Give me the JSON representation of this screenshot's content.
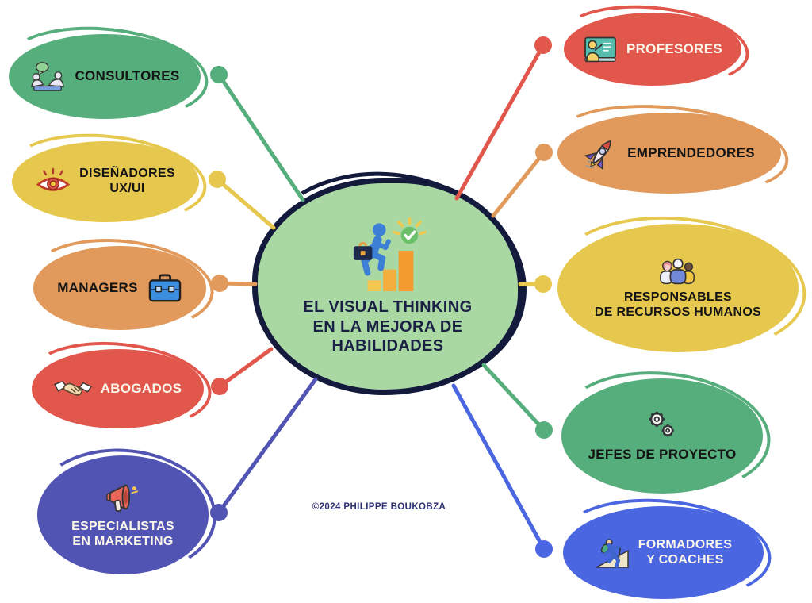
{
  "center": {
    "label": "EL VISUAL THINKING\nEN LA MEJORA DE\nHABILIDADES",
    "fill": "#A9D8A3",
    "outline": "#131A3C",
    "text_color": "#1A2145",
    "icon": "climbing-progress-icon"
  },
  "copyright": "©2024 PHILIPPE BOUKOBZA",
  "nodes": [
    {
      "id": "consultores",
      "label": "CONSULTORES",
      "color": "#57AE7D",
      "text_color": "#141414",
      "icon": "consultants-meeting-icon",
      "side": "left"
    },
    {
      "id": "disenadores-ux-ui",
      "label": "DISEÑADORES\nUX/UI",
      "color": "#E7C84E",
      "text_color": "#141414",
      "icon": "eye-icon",
      "side": "left"
    },
    {
      "id": "managers",
      "label": "MANAGERS",
      "color": "#E19A5B",
      "text_color": "#141414",
      "icon": "briefcase-icon",
      "side": "left"
    },
    {
      "id": "abogados",
      "label": "ABOGADOS",
      "color": "#E2574C",
      "text_color": "#FCF6EA",
      "icon": "handshake-icon",
      "side": "left"
    },
    {
      "id": "especialistas-marketing",
      "label": "ESPECIALISTAS\nEN MARKETING",
      "color": "#5254B3",
      "text_color": "#FCF6EA",
      "icon": "megaphone-icon",
      "side": "left"
    },
    {
      "id": "profesores",
      "label": "PROFESORES",
      "color": "#E2574C",
      "text_color": "#FCF6EA",
      "icon": "teacher-board-icon",
      "side": "right"
    },
    {
      "id": "emprendedores",
      "label": "EMPRENDEDORES",
      "color": "#E19A5B",
      "text_color": "#141414",
      "icon": "rocket-icon",
      "side": "right"
    },
    {
      "id": "responsables-rrhh",
      "label": "RESPONSABLES\nDE RECURSOS HUMANOS",
      "color": "#E7C84E",
      "text_color": "#141414",
      "icon": "team-icon",
      "side": "right"
    },
    {
      "id": "jefes-proyecto",
      "label": "JEFES DE PROYECTO",
      "color": "#57AE7D",
      "text_color": "#141414",
      "icon": "gears-icon",
      "side": "right"
    },
    {
      "id": "formadores-coaches",
      "label": "FORMADORES\nY COACHES",
      "color": "#4A66E0",
      "text_color": "#FCF6EA",
      "icon": "hiker-icon",
      "side": "right"
    }
  ]
}
